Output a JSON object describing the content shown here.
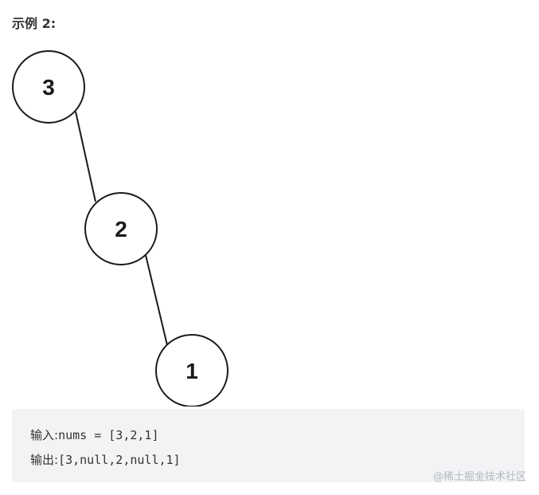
{
  "heading": "示例 2:",
  "tree": {
    "nodes": [
      {
        "id": "n3",
        "label": "3"
      },
      {
        "id": "n2",
        "label": "2"
      },
      {
        "id": "n1",
        "label": "1"
      }
    ]
  },
  "example": {
    "input_label": "输入:",
    "input_value": "nums = [3,2,1]",
    "output_label": "输出:",
    "output_value": "[3,null,2,null,1]"
  },
  "watermark": "@稀土掘金技术社区"
}
